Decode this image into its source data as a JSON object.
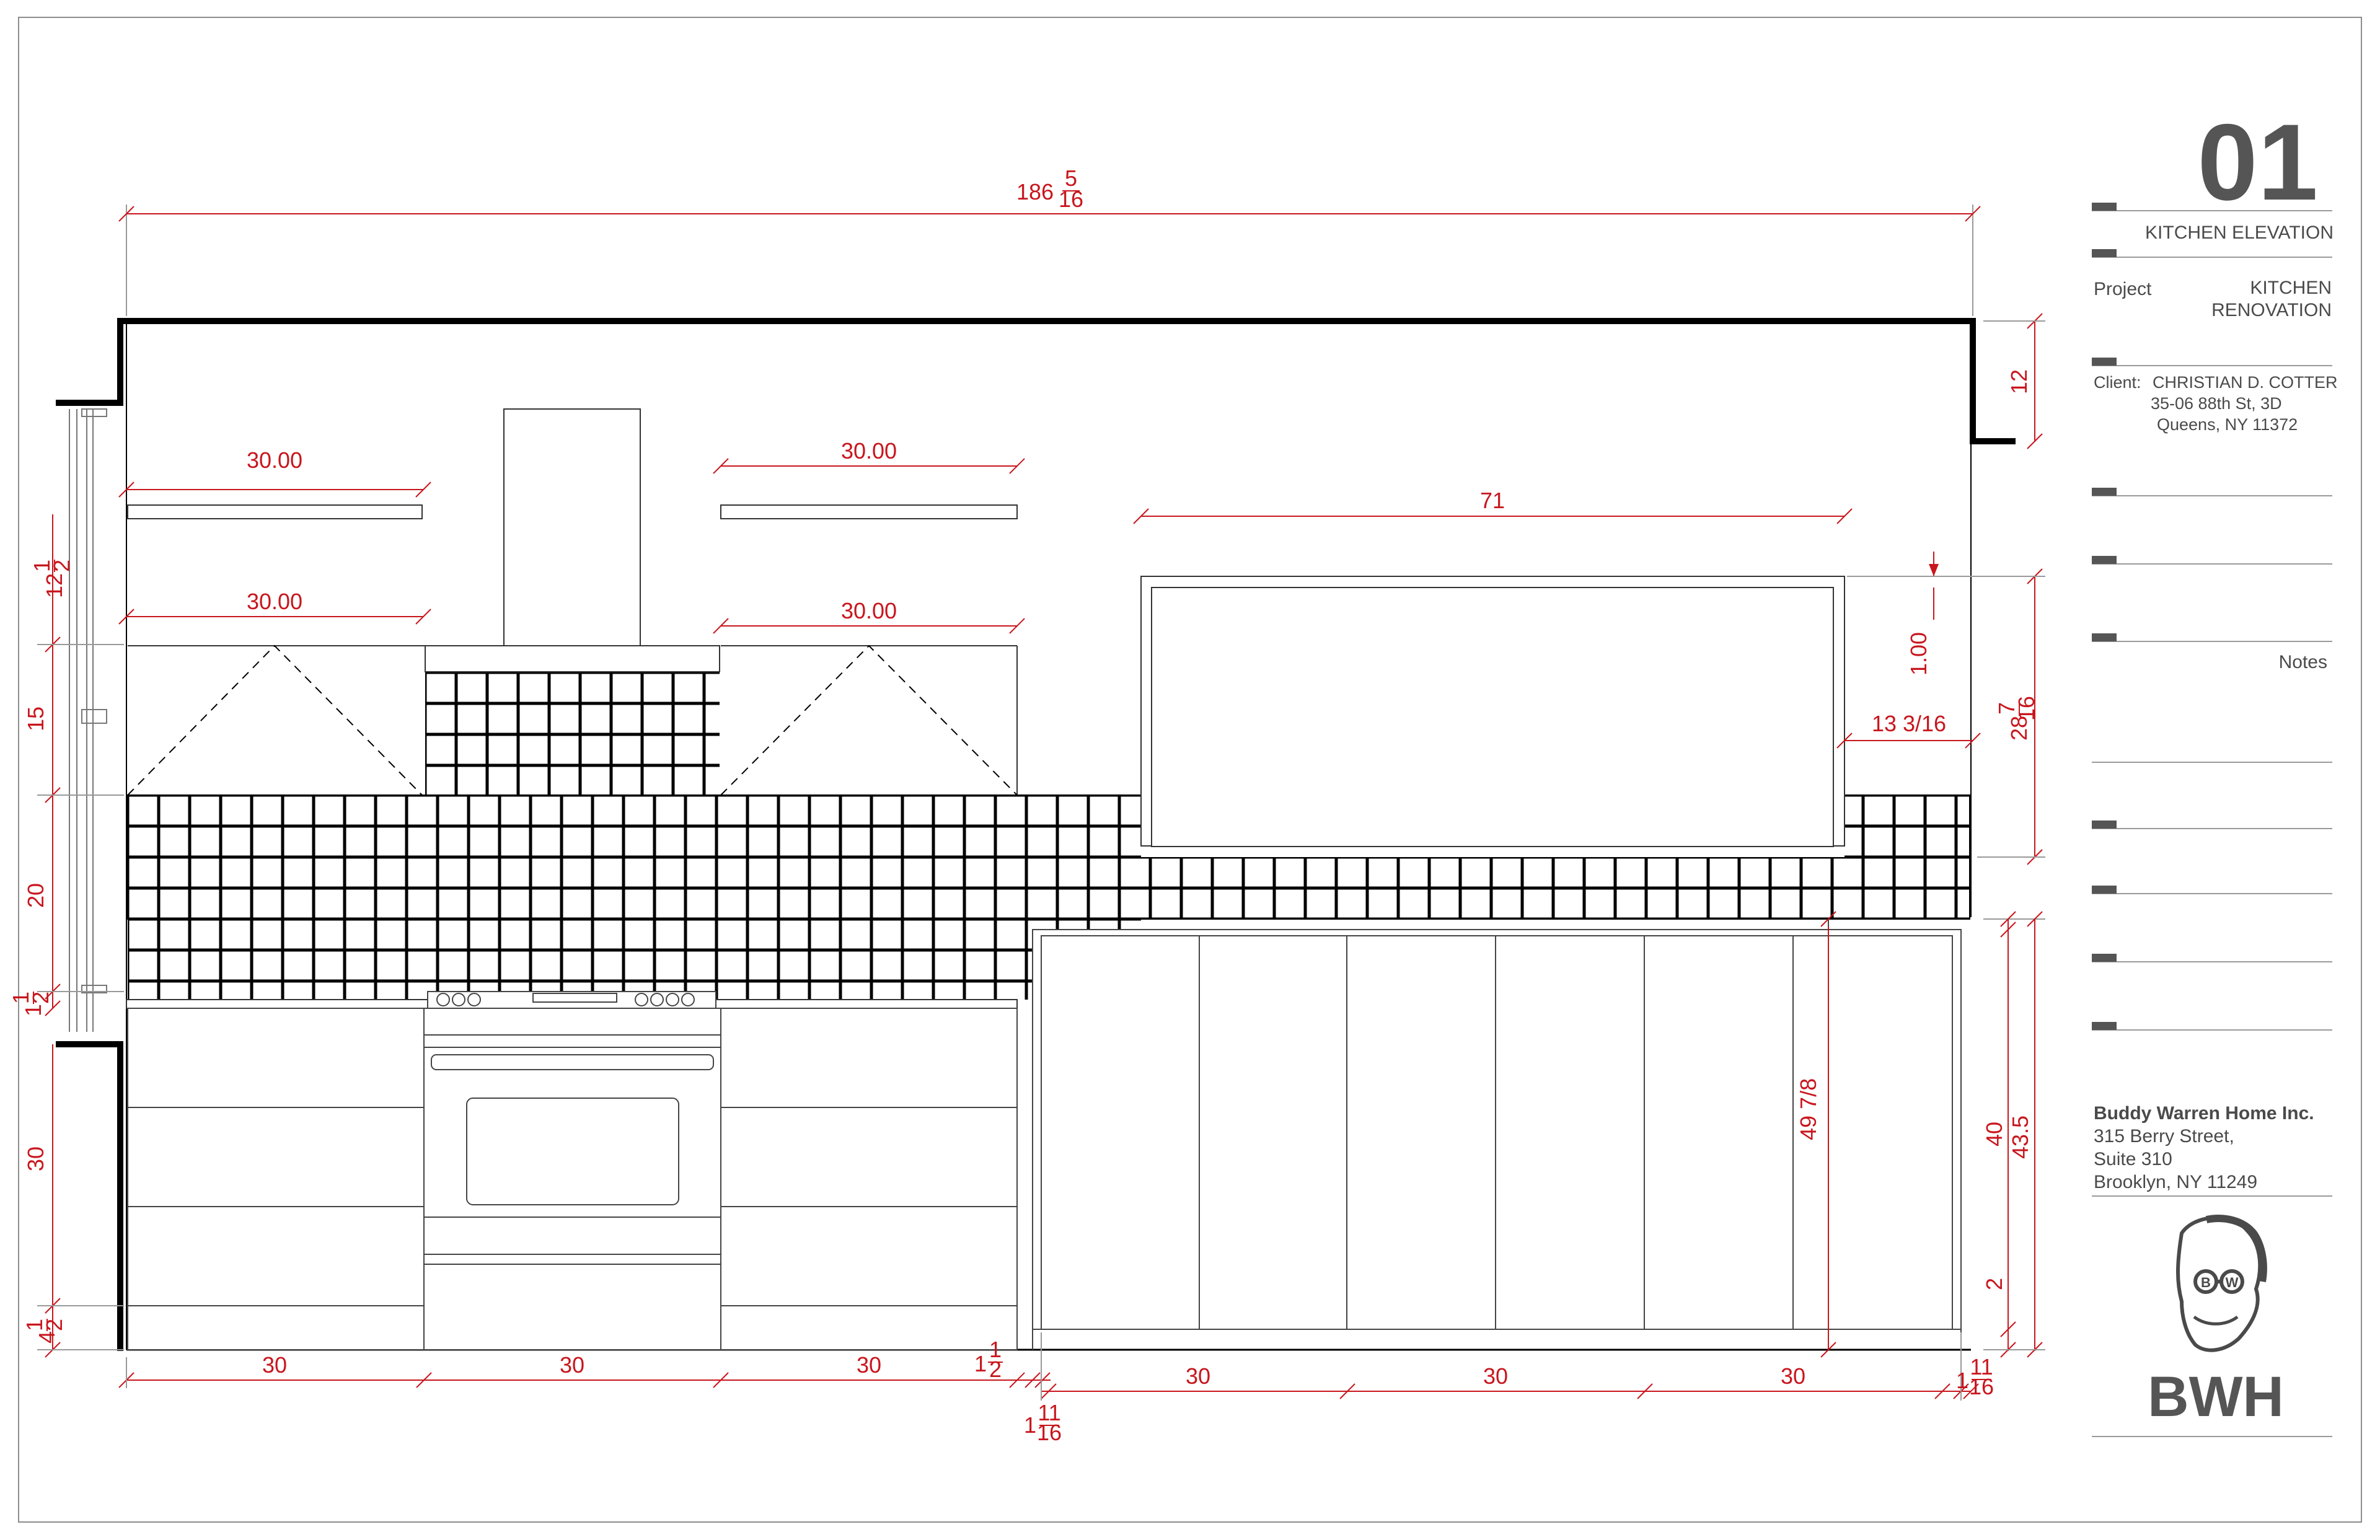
{
  "title_block": {
    "sheet_number": "01",
    "drawing_title": "KITCHEN ELEVATION",
    "project_label": "Project",
    "project_name_line1": "KITCHEN",
    "project_name_line2": "RENOVATION",
    "client_label": "Client:",
    "client_name": "CHRISTIAN D. COTTER",
    "client_address_line1": "35-06 88th St, 3D",
    "client_address_line2": "Queens, NY 11372",
    "notes_label": "Notes",
    "company_name": "Buddy Warren Home Inc.",
    "company_address_line1": "315 Berry Street,",
    "company_address_line2": "Suite 310",
    "company_address_line3": "Brooklyn, NY 11249",
    "logo_text": "BWH",
    "logo_eye_left": "B",
    "logo_eye_right": "W"
  },
  "dimensions": {
    "overall_whole": "186",
    "overall_num": "5",
    "overall_den": "16",
    "shelf_upper_left": "30.00",
    "shelf_upper_right": "30.00",
    "shelf_lower_left": "30.00",
    "shelf_lower_right": "30.00",
    "window_width": "71",
    "window_offset": "1.00",
    "window_right_gap": "13 3/16",
    "soffit_height": "12",
    "window_height_whole": "28",
    "window_height_num": "7",
    "window_height_den": "16",
    "left_vert_a_whole": "12",
    "left_vert_a_num": "1",
    "left_vert_a_den": "2",
    "left_vert_b": "15",
    "left_vert_c": "20",
    "left_vert_d_whole": "1",
    "left_vert_d_num": "1",
    "left_vert_d_den": "2",
    "left_vert_e": "30",
    "left_vert_f_whole": "4",
    "left_vert_f_num": "1",
    "left_vert_f_den": "2",
    "base_left": "30",
    "base_range": "30",
    "base_right": "30",
    "gap_a_whole": "1",
    "gap_a_num": "1",
    "gap_a_den": "2",
    "gap_b_whole": "1",
    "gap_b_num": "11",
    "gap_b_den": "16",
    "island_a": "30",
    "island_b": "30",
    "island_c": "30",
    "gap_c_whole": "1",
    "gap_c_num": "11",
    "gap_c_den": "16",
    "counter_height": "49 7/8",
    "island_body_height": "40",
    "island_total_height": "43.5",
    "island_toe": "2"
  },
  "colors": {
    "dimension": "#c8161d",
    "linework": "#000000",
    "title_text": "#4a4a4a",
    "rule": "#9a9a9a"
  }
}
